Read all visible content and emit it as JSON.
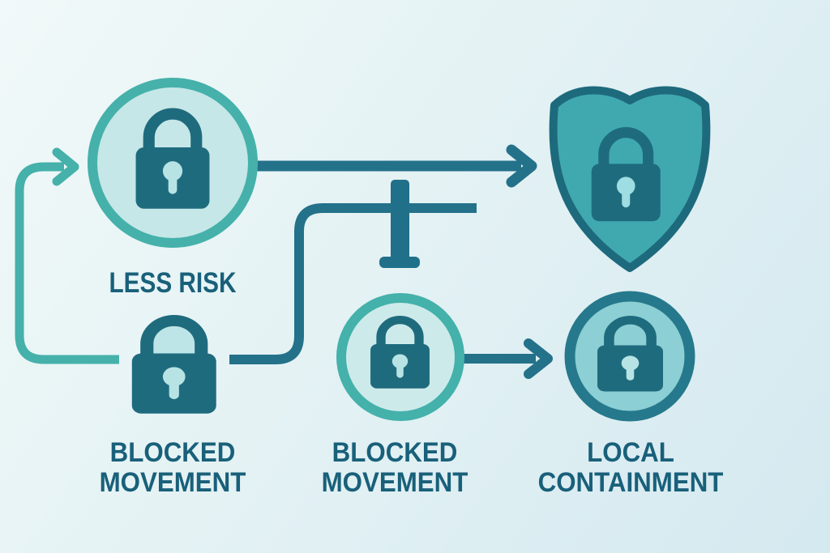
{
  "labels": {
    "less_risk": "LESS RISK",
    "blocked_movement_left": {
      "line1": "BLOCKED",
      "line2": "MOVEMENT"
    },
    "blocked_movement_center": {
      "line1": "BLOCKED",
      "line2": "MOVEMENT"
    },
    "local_containment": {
      "line1": "LOCAL",
      "line2": "CONTAINMENT"
    }
  },
  "nodes": [
    {
      "id": "less-risk-circle",
      "icon": "lock-icon",
      "shape": "circle",
      "label_ref": "less_risk"
    },
    {
      "id": "shield",
      "icon": "shield-lock-icon",
      "shape": "shield",
      "label_ref": null
    },
    {
      "id": "blocked-movement-left",
      "icon": "lock-icon",
      "shape": "none",
      "label_ref": "blocked_movement_left"
    },
    {
      "id": "blocked-movement-center",
      "icon": "lock-icon",
      "shape": "circle",
      "label_ref": "blocked_movement_center"
    },
    {
      "id": "local-containment",
      "icon": "lock-icon",
      "shape": "circle",
      "label_ref": "local_containment"
    }
  ],
  "connectors": [
    {
      "id": "loop-arrow",
      "type": "arrow",
      "from": "blocked-movement-left",
      "to": "less-risk-circle",
      "color": "#45b1aa"
    },
    {
      "id": "main-arrow",
      "type": "arrow",
      "from": "less-risk-circle",
      "to": "shield",
      "color": "#24718a"
    },
    {
      "id": "blocked-line",
      "type": "blocked",
      "from": "blocked-movement-left",
      "to": "barrier",
      "color": "#24718a"
    },
    {
      "id": "center-arrow",
      "type": "arrow",
      "from": "blocked-movement-center",
      "to": "local-containment",
      "color": "#24718a"
    }
  ],
  "colors": {
    "background_start": "#f1f9f9",
    "background_end": "#d4e9f0",
    "teal_light": "#45b1aa",
    "teal_dark": "#24718a",
    "lock_dark": "#1f6b7e",
    "barrier": "#20708a",
    "shield_fill": "#40a9b0",
    "shield_border": "#1e6a7d",
    "circle_fill_top": "#c6e7e7",
    "circle_fill_center": "#cdeaea",
    "circle_fill_right": "#8ccfd4",
    "circle_ring_right": "#26798c",
    "keyhole_light": "#b7e3e5",
    "shackle_inner_fill": "#bde4e6",
    "text": "#19607a"
  }
}
